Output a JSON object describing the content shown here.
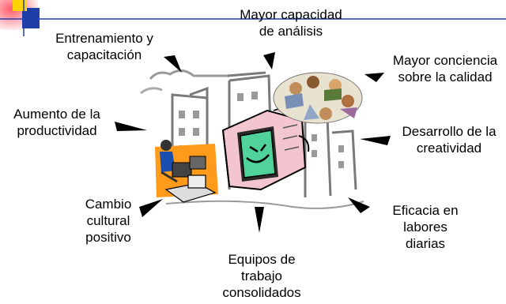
{
  "benefits": {
    "top": "Mayor capacidad\nde análisis",
    "top_left": "Entrenamiento y\ncapacitación",
    "top_right": "Mayor conciencia\nsobre la calidad",
    "left": "Aumento de la\nproductividad",
    "right": "Desarrollo de la\ncreatividad",
    "bottom_left": "Cambio\ncultural\npositivo",
    "bottom_right": "Eficacia en\nlabores\ndiarias",
    "bottom": "Equipos de\ntrabajo\nconsolidados"
  },
  "colors": {
    "accent_red": "#e8142c",
    "accent_blue": "#1f3fa8",
    "accent_yellow": "#ffd400",
    "office_orange": "#ff9a1a",
    "computer_pink": "#f3c6cf",
    "screen_green": "#4fd39a",
    "arrow": "#000000"
  },
  "icons": [
    "corner-decoration-icon",
    "city-buildings-icon",
    "computer-character-icon",
    "office-worker-icon",
    "team-meeting-icon"
  ]
}
